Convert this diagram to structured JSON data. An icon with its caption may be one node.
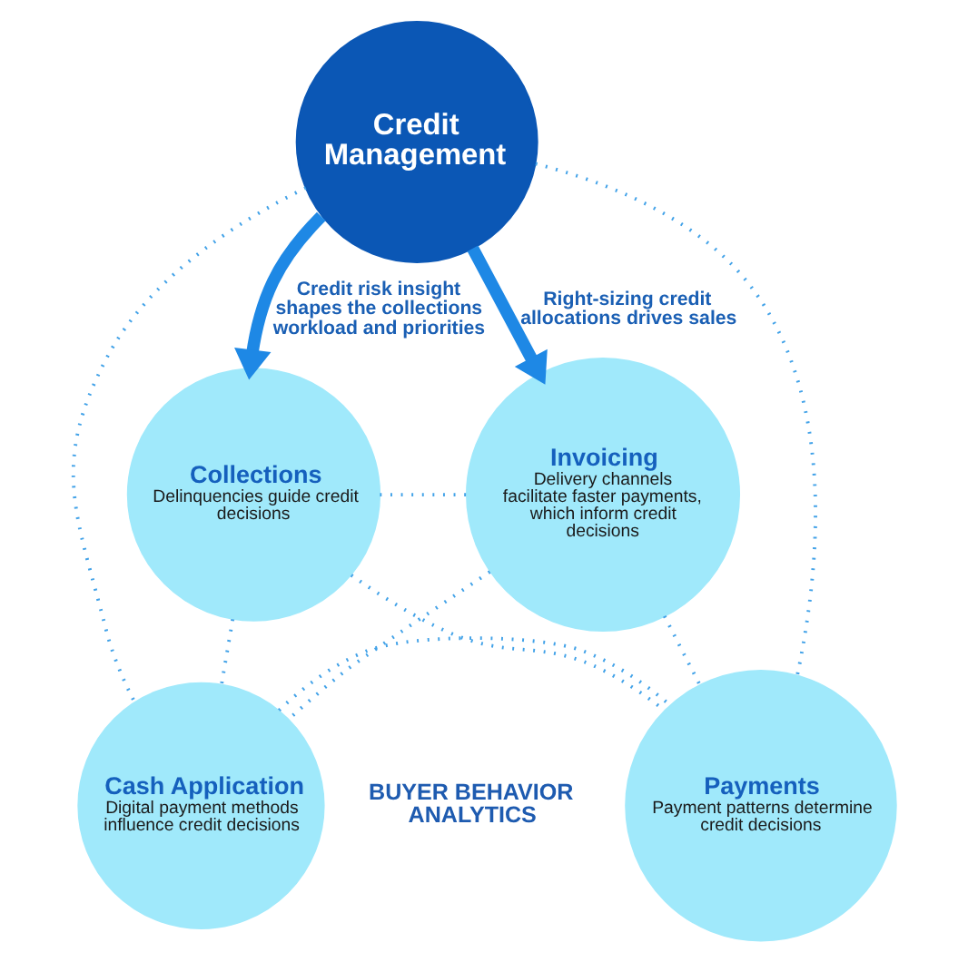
{
  "diagram": {
    "nodes": [
      {
        "text": [
          "Credit Management"
        ]
      },
      {
        "text": [
          "Collections",
          "Delinquencies guide credit decisions"
        ]
      },
      {
        "text": [
          "Invoicing",
          "Delivery channels facilitate faster payments, which inform credit decisions"
        ]
      },
      {
        "text": [
          "Cash Application",
          "Digital payment methods influence credit decisions"
        ]
      },
      {
        "text": [
          "Payments",
          "Payment patterns determine credit decisions"
        ]
      }
    ],
    "edges": [
      {
        "from": 0,
        "to": 3,
        "arrow": "none",
        "style": "dashed"
      },
      {
        "from": 0,
        "to": 4,
        "arrow": "none",
        "style": "dashed"
      },
      {
        "from": 1,
        "to": 2,
        "arrow": "none",
        "style": "dashed"
      },
      {
        "from": 1,
        "to": 4,
        "arrow": "none",
        "style": "dashed"
      },
      {
        "from": 2,
        "to": 3,
        "arrow": "none",
        "style": "dashed"
      },
      {
        "from": 1,
        "to": 3,
        "arrow": "none",
        "style": "dashed"
      },
      {
        "from": 3,
        "to": 4,
        "arrow": "none",
        "style": "dashed"
      },
      {
        "from": 2,
        "to": 4,
        "arrow": "none",
        "style": "dashed"
      },
      {
        "from": 0,
        "to": 1,
        "arrow": "to",
        "label": "Credit risk insight shapes the collections workload and priorities",
        "style": "thick",
        "color": "#1e88e5"
      },
      {
        "from": 0,
        "to": 2,
        "arrow": "to",
        "label": "Right-sizing credit allocations drives sales",
        "style": "thick",
        "color": "#1e88e5"
      }
    ],
    "labels": [
      "BUYER BEHAVIOR ANALYTICS"
    ]
  }
}
